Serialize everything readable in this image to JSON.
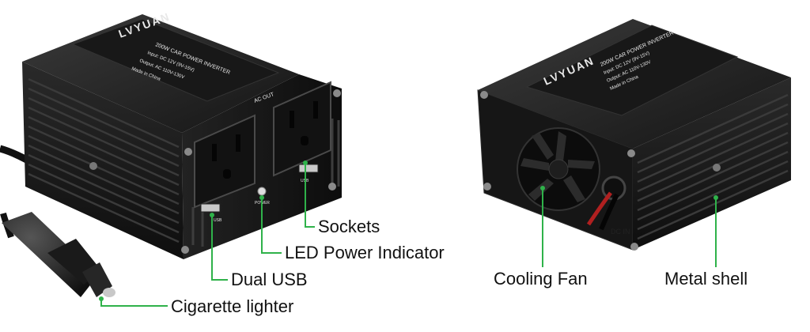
{
  "brand": "LVYUAN",
  "nameplate": {
    "title": "200W CAR POWER INVERTER",
    "input": "Input: DC 12V (9V-15V)",
    "output": "Output: AC 110V-130V",
    "origin": "Made in China"
  },
  "port_labels": {
    "ac_out": "AC OUT",
    "power": "POWER",
    "usb": "USB",
    "dc_in": "DC IN"
  },
  "callouts": {
    "sockets": "Sockets",
    "led": "LED Power Indicator",
    "dual_usb": "Dual USB",
    "cigarette": "Cigarette lighter",
    "fan": "Cooling Fan",
    "shell": "Metal shell"
  },
  "colors": {
    "leader_line": "#2fb24a",
    "body": "#1b1b1b",
    "edge": "#3a3a3a"
  }
}
